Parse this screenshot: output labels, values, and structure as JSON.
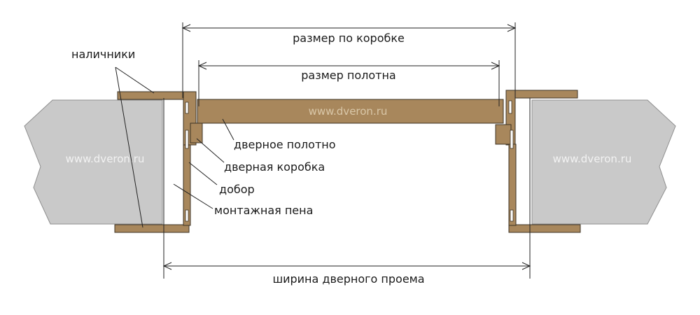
{
  "colors": {
    "wall": "#c9c9c9",
    "wall_stroke": "#8e8e8e",
    "wood": "#a8875c",
    "wood_stroke": "#3d3324",
    "watermark_on_wall": "#f2f2f2",
    "watermark_on_wood": "#d9c7a8",
    "text": "#1a1a1a"
  },
  "watermark": "www.dveron.ru",
  "dimensions": {
    "box_size": "размер по коробке",
    "leaf_size": "размер полотна",
    "opening_width": "ширина дверного проема"
  },
  "labels": {
    "casings": "наличники",
    "door_leaf": "дверное полотно",
    "door_frame": "дверная коробка",
    "extension": "добор",
    "mounting_foam": "монтажная пена"
  }
}
